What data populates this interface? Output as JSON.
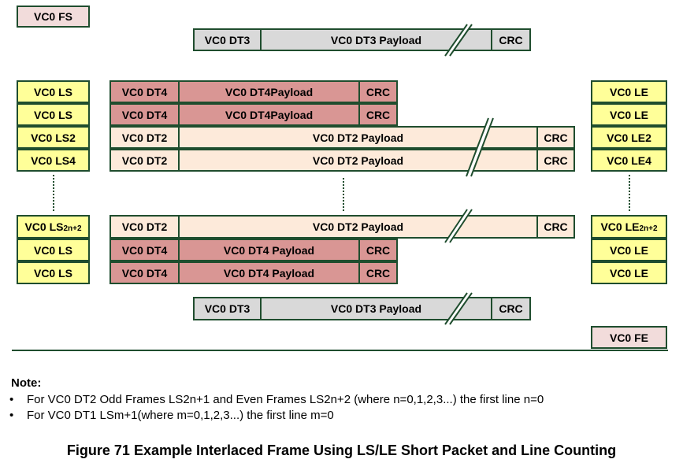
{
  "frame_start": "VC0 FS",
  "frame_end": "VC0 FE",
  "line_start": [
    "VC0 LS",
    "VC0 LS",
    "VC0 LS2",
    "VC0 LS4"
  ],
  "line_start_bottom": {
    "prefix": "VC0 LS",
    "subscript": "2n+2",
    "rest": [
      "VC0 LS",
      "VC0 LS"
    ]
  },
  "line_end": [
    "VC0 LE",
    "VC0 LE",
    "VC0 LE2",
    "VC0 LE4"
  ],
  "line_end_bottom": {
    "prefix": "VC0 LE",
    "subscript": "2n+2",
    "rest": [
      "VC0 LE",
      "VC0 LE"
    ]
  },
  "packets": {
    "dt3_header": "VC0 DT3",
    "dt3_payload": "VC0 DT3 Payload",
    "dt4_header": "VC0 DT4",
    "dt4_payload_top": "VC0 DT4Payload",
    "dt4_payload_bottom": "VC0 DT4 Payload",
    "dt2_header": "VC0 DT2",
    "dt2_payload": "VC0 DT2 Payload",
    "crc": "CRC"
  },
  "note": {
    "title": "Note:",
    "bullet": "•",
    "lines": [
      "For VC0 DT2 Odd Frames LS2n+1 and Even Frames LS2n+2 (where n=0,1,2,3...) the first line n=0",
      "For VC0 DT1 LSm+1(where m=0,1,2,3...) the first line m=0"
    ]
  },
  "caption": "Figure 71 Example Interlaced Frame Using LS/LE Short Packet and Line Counting",
  "colors": {
    "border": "#1f4d2e",
    "short_packet_yellow": "#ffff99",
    "frame_packet_pink": "#f2dcdb",
    "dt3_grey": "#d9d9d9",
    "dt4_red": "#d99694",
    "dt2_cream": "#fdeada"
  }
}
